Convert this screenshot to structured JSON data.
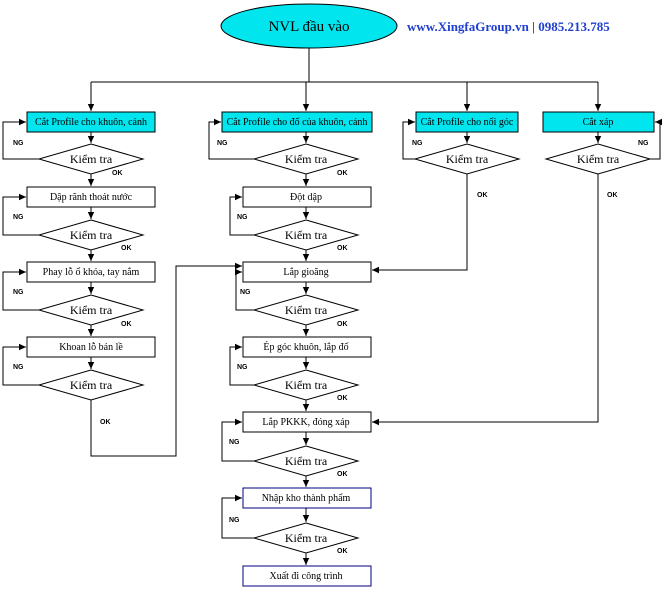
{
  "header": {
    "start_node": "NVL đầu vào",
    "website": "www.XingfaGroup.vn | 0985.213.785"
  },
  "labels": {
    "ng": "NG",
    "ok": "OK"
  },
  "columns": [
    {
      "title": "Cắt Profile cho khuôn, cánh",
      "check": "Kiểm  tra",
      "steps": [
        "Dập rãnh thoát nước",
        "Phay lỗ ổ khóa, tay nắm",
        "Khoan lỗ bản lề"
      ]
    },
    {
      "title": "Cắt Profile cho đố của khuôn, cánh",
      "check": "Kiểm  tra",
      "steps": [
        "Đột dập",
        "Lắp gioăng",
        "Ép góc khuôn, lắp đố",
        "Lắp  PKKK,  đóng xáp",
        "Nhập kho thành phẩm",
        "Xuất đi công trình"
      ]
    },
    {
      "title": "Cắt Profile cho nối góc",
      "check": "Kiểm  tra"
    },
    {
      "title": "Cắt xáp",
      "check": "Kiểm  tra"
    }
  ],
  "colors": {
    "start_fill": "#00e5ee",
    "top_box_fill": "#00e5ee",
    "website": "#1f3fd0",
    "kho_border": "#000080"
  }
}
